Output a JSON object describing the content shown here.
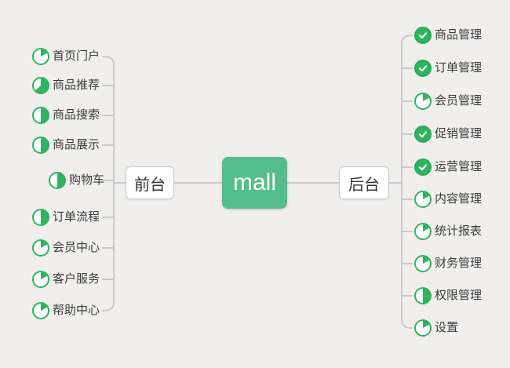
{
  "colors": {
    "background": "#f0efed",
    "connector_line": "#c9c9c9",
    "root_green": "#53be8b",
    "icon_green": "#2fb45f",
    "check_border_green": "#28aa57",
    "node_border": "#c9c9c9",
    "topic_text": "#3c3c3c"
  },
  "mindmap": {
    "root": {
      "label": "mall"
    },
    "branches": [
      {
        "label": "前台",
        "side": "left",
        "items": [
          {
            "label": "首页门户",
            "progress": 0.17
          },
          {
            "label": "商品推荐",
            "progress": 0.625
          },
          {
            "label": "商品搜索",
            "progress": 0.5
          },
          {
            "label": "商品展示",
            "progress": 0.5
          },
          {
            "label": "购物车",
            "progress": 0.5
          },
          {
            "label": "订单流程",
            "progress": 0.5
          },
          {
            "label": "会员中心",
            "progress": 0.17
          },
          {
            "label": "客户服务",
            "progress": 0.17
          },
          {
            "label": "帮助中心",
            "progress": 0.17
          }
        ]
      },
      {
        "label": "后台",
        "side": "right",
        "items": [
          {
            "label": "商品管理",
            "progress": 1
          },
          {
            "label": "订单管理",
            "progress": 1
          },
          {
            "label": "会员管理",
            "progress": 0.17
          },
          {
            "label": "促销管理",
            "progress": 1
          },
          {
            "label": "运营管理",
            "progress": 1
          },
          {
            "label": "内容管理",
            "progress": 0.17
          },
          {
            "label": "统计报表",
            "progress": 0.17
          },
          {
            "label": "财务管理",
            "progress": 0.17
          },
          {
            "label": "权限管理",
            "progress": 0.5
          },
          {
            "label": "设置",
            "progress": 0.17
          }
        ]
      }
    ]
  }
}
